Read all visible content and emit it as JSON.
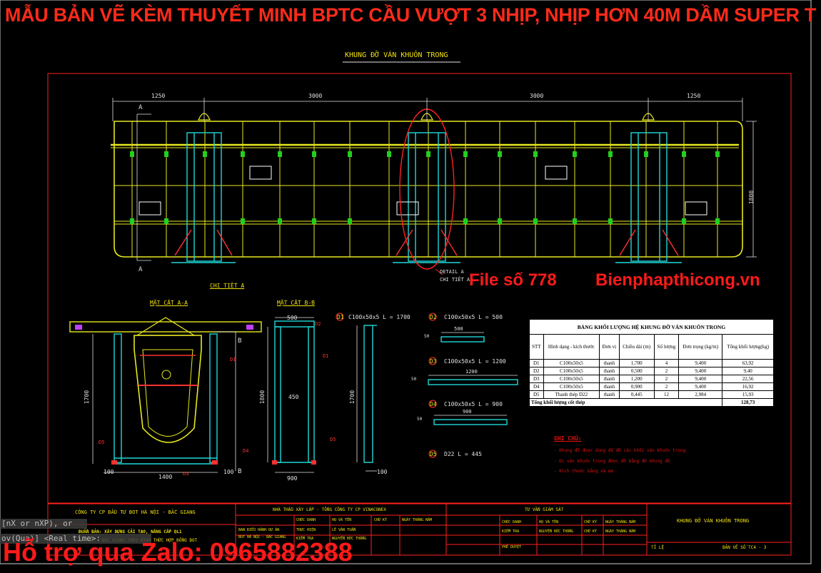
{
  "banner_title": "MẪU BẢN VẼ KÈM THUYẾT MINH BPTC CẦU VƯỢT 3 NHỊP, NHỊP HƠN 40M DẦM SUPER T",
  "overlay": {
    "file_label": "File số 778",
    "site": "Bienphapthicong.vn",
    "support": "Hỗ trợ qua Zalo: 0965882388"
  },
  "command_hint": [
    "[nX or nXP), or",
    "ov(Qua)] <Real time>:"
  ],
  "drawing": {
    "main_title": "KHUNG ĐỠ VÁN KHUÔN TRONG",
    "dims_top": [
      "1250",
      "3000",
      "3000",
      "1250"
    ],
    "dim_height": "1800",
    "section_marker": "A",
    "detail_callout_1": "DETAIL A",
    "detail_callout_2": "CHI TIẾT A",
    "detail_title": "CHI TIẾT A",
    "section_aa": "MẶT CẮT A-A",
    "section_bb": "MẶT CẮT B-B",
    "section_marker_b": "B",
    "aa_dims": {
      "h": "1700",
      "w": "1400",
      "left": "100",
      "right": "100"
    },
    "bb_dims": {
      "top": "500",
      "h": "1800",
      "mid": "450",
      "w": "900"
    },
    "side_dims": {
      "h": "1700",
      "base": "100"
    },
    "tags": [
      "D1",
      "D2",
      "D3",
      "D4",
      "D5"
    ],
    "members": [
      {
        "tag": "D1",
        "text": "C100x50x5 L = 1700"
      },
      {
        "tag": "D2",
        "text": "C100x50x5 L = 500"
      },
      {
        "tag": "D3",
        "text": "C100x50x5 L = 1200"
      },
      {
        "tag": "D4",
        "text": "C100x50x5 L = 900"
      },
      {
        "tag": "D5",
        "text": "D22 L = 445"
      }
    ],
    "member_dims": {
      "d2": "500",
      "d3": "1200",
      "d4": "900",
      "side": "50"
    },
    "notes_title": "GHI CHÚ:",
    "notes": [
      "- Khung đỡ được dùng để đỡ các khối ván khuôn trong",
      "- Di ván khuôn trong được đỡ bằng đỡ khung đỡ",
      "- Kích thước bằng và mm"
    ]
  },
  "bom": {
    "caption": "BẢNG KHỐI LƯỢNG HỆ KHUNG ĐỠ VÁN KHUÔN TRONG",
    "headers": [
      "STT",
      "Hình dạng - kích thước",
      "Đơn vị",
      "Chiều dài (m)",
      "Số lượng",
      "Đơn trọng (kg/m)",
      "Tổng khối lượng(kg)"
    ],
    "rows": [
      [
        "D1",
        "C100x50x5",
        "thanh",
        "1,700",
        "4",
        "9,400",
        "63,92"
      ],
      [
        "D2",
        "C100x50x5",
        "thanh",
        "0,500",
        "2",
        "9,400",
        "9,40"
      ],
      [
        "D3",
        "C100x50x5",
        "thanh",
        "1,200",
        "2",
        "9,400",
        "22,56"
      ],
      [
        "D4",
        "C100x50x5",
        "thanh",
        "0,900",
        "2",
        "9,400",
        "16,92"
      ],
      [
        "D5",
        "Thanh thép D22",
        "thanh",
        "0,445",
        "12",
        "2,984",
        "15,93"
      ]
    ],
    "total_label": "Tổng khối lượng cốt thép",
    "total_value": "128,73"
  },
  "title_block": {
    "company": "CÔNG TY CP ĐẦU TƯ BOT HÀ NỘI - BẮC GIANG",
    "project_1": "ĐUẦN BẢN: XÂY DỰNG CẢI TẠO, NÂNG CẤP QL1",
    "project_2": "HÀ NỘI - BẮC GIANG THEO HÌNH THỨC HỢP ĐỒNG BOT",
    "board_1": "BAN ĐIỀU HÀNH DỰ ÁN",
    "board_2": "BOT HÀ NỘI - BẮC GIANG",
    "contractor": "NHÀ THẦU XÂY LẮP - TỔNG CÔNG TY CP VINACONEX",
    "consultant": "TƯ VẤN GIÁM SÁT",
    "col_heads": [
      "CHỨC DANH",
      "HỌ VÀ TÊN",
      "CHỮ KÝ",
      "NGÀY THÁNG NĂM"
    ],
    "roles_1": [
      "THỰC HIỆN",
      "KIỂM TRA"
    ],
    "names_1": [
      "LÊ VĂN TUẤN",
      "NGUYỄN ĐỨC THẮNG"
    ],
    "cons_roles": [
      "CHỨC DANH",
      "KIỂM TRA",
      "PHÊ DUYỆT"
    ],
    "cons_names": [
      "HỌ VÀ TÊN",
      "NGUYỄN ĐỨC THẮNG"
    ],
    "cons_sign": [
      "CHỮ KÝ",
      "CHỮ KÝ"
    ],
    "cons_date": [
      "NGÀY THÁNG NĂM",
      "NGÀY THÁNG NĂM"
    ],
    "drawing_title": "KHUNG ĐỠ VÁN KHUÔN TRONG",
    "scale_label": "TỈ LỆ",
    "sheet_no": "BẢN VẼ SỐ   TC4 - 3"
  }
}
